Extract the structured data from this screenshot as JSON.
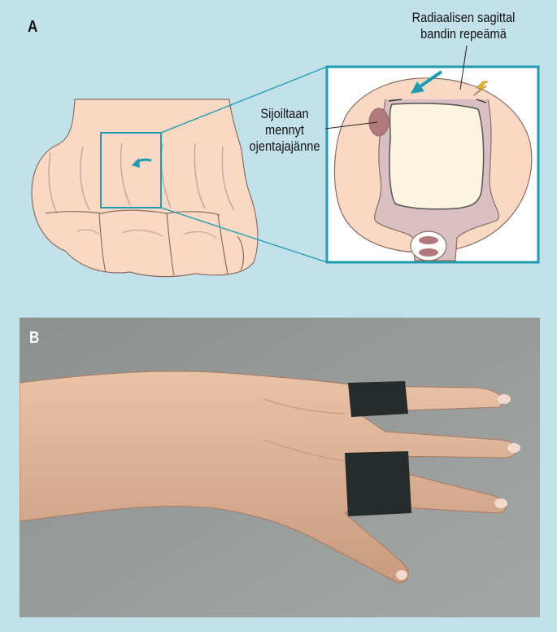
{
  "panel_a": {
    "label": "A",
    "annotation_right": [
      "Radiaalisen sagittal",
      "bandin repeämä"
    ],
    "annotation_left": [
      "Sijoiltaan",
      "mennyt",
      "ojentajajänne"
    ]
  },
  "panel_b": {
    "label": "B"
  },
  "colors": {
    "background": "#c3e1ea",
    "accent": "#1e9bb1",
    "skin": "#f9d9c4",
    "tendon": "#b3787b",
    "bone": "#faf4e0"
  }
}
